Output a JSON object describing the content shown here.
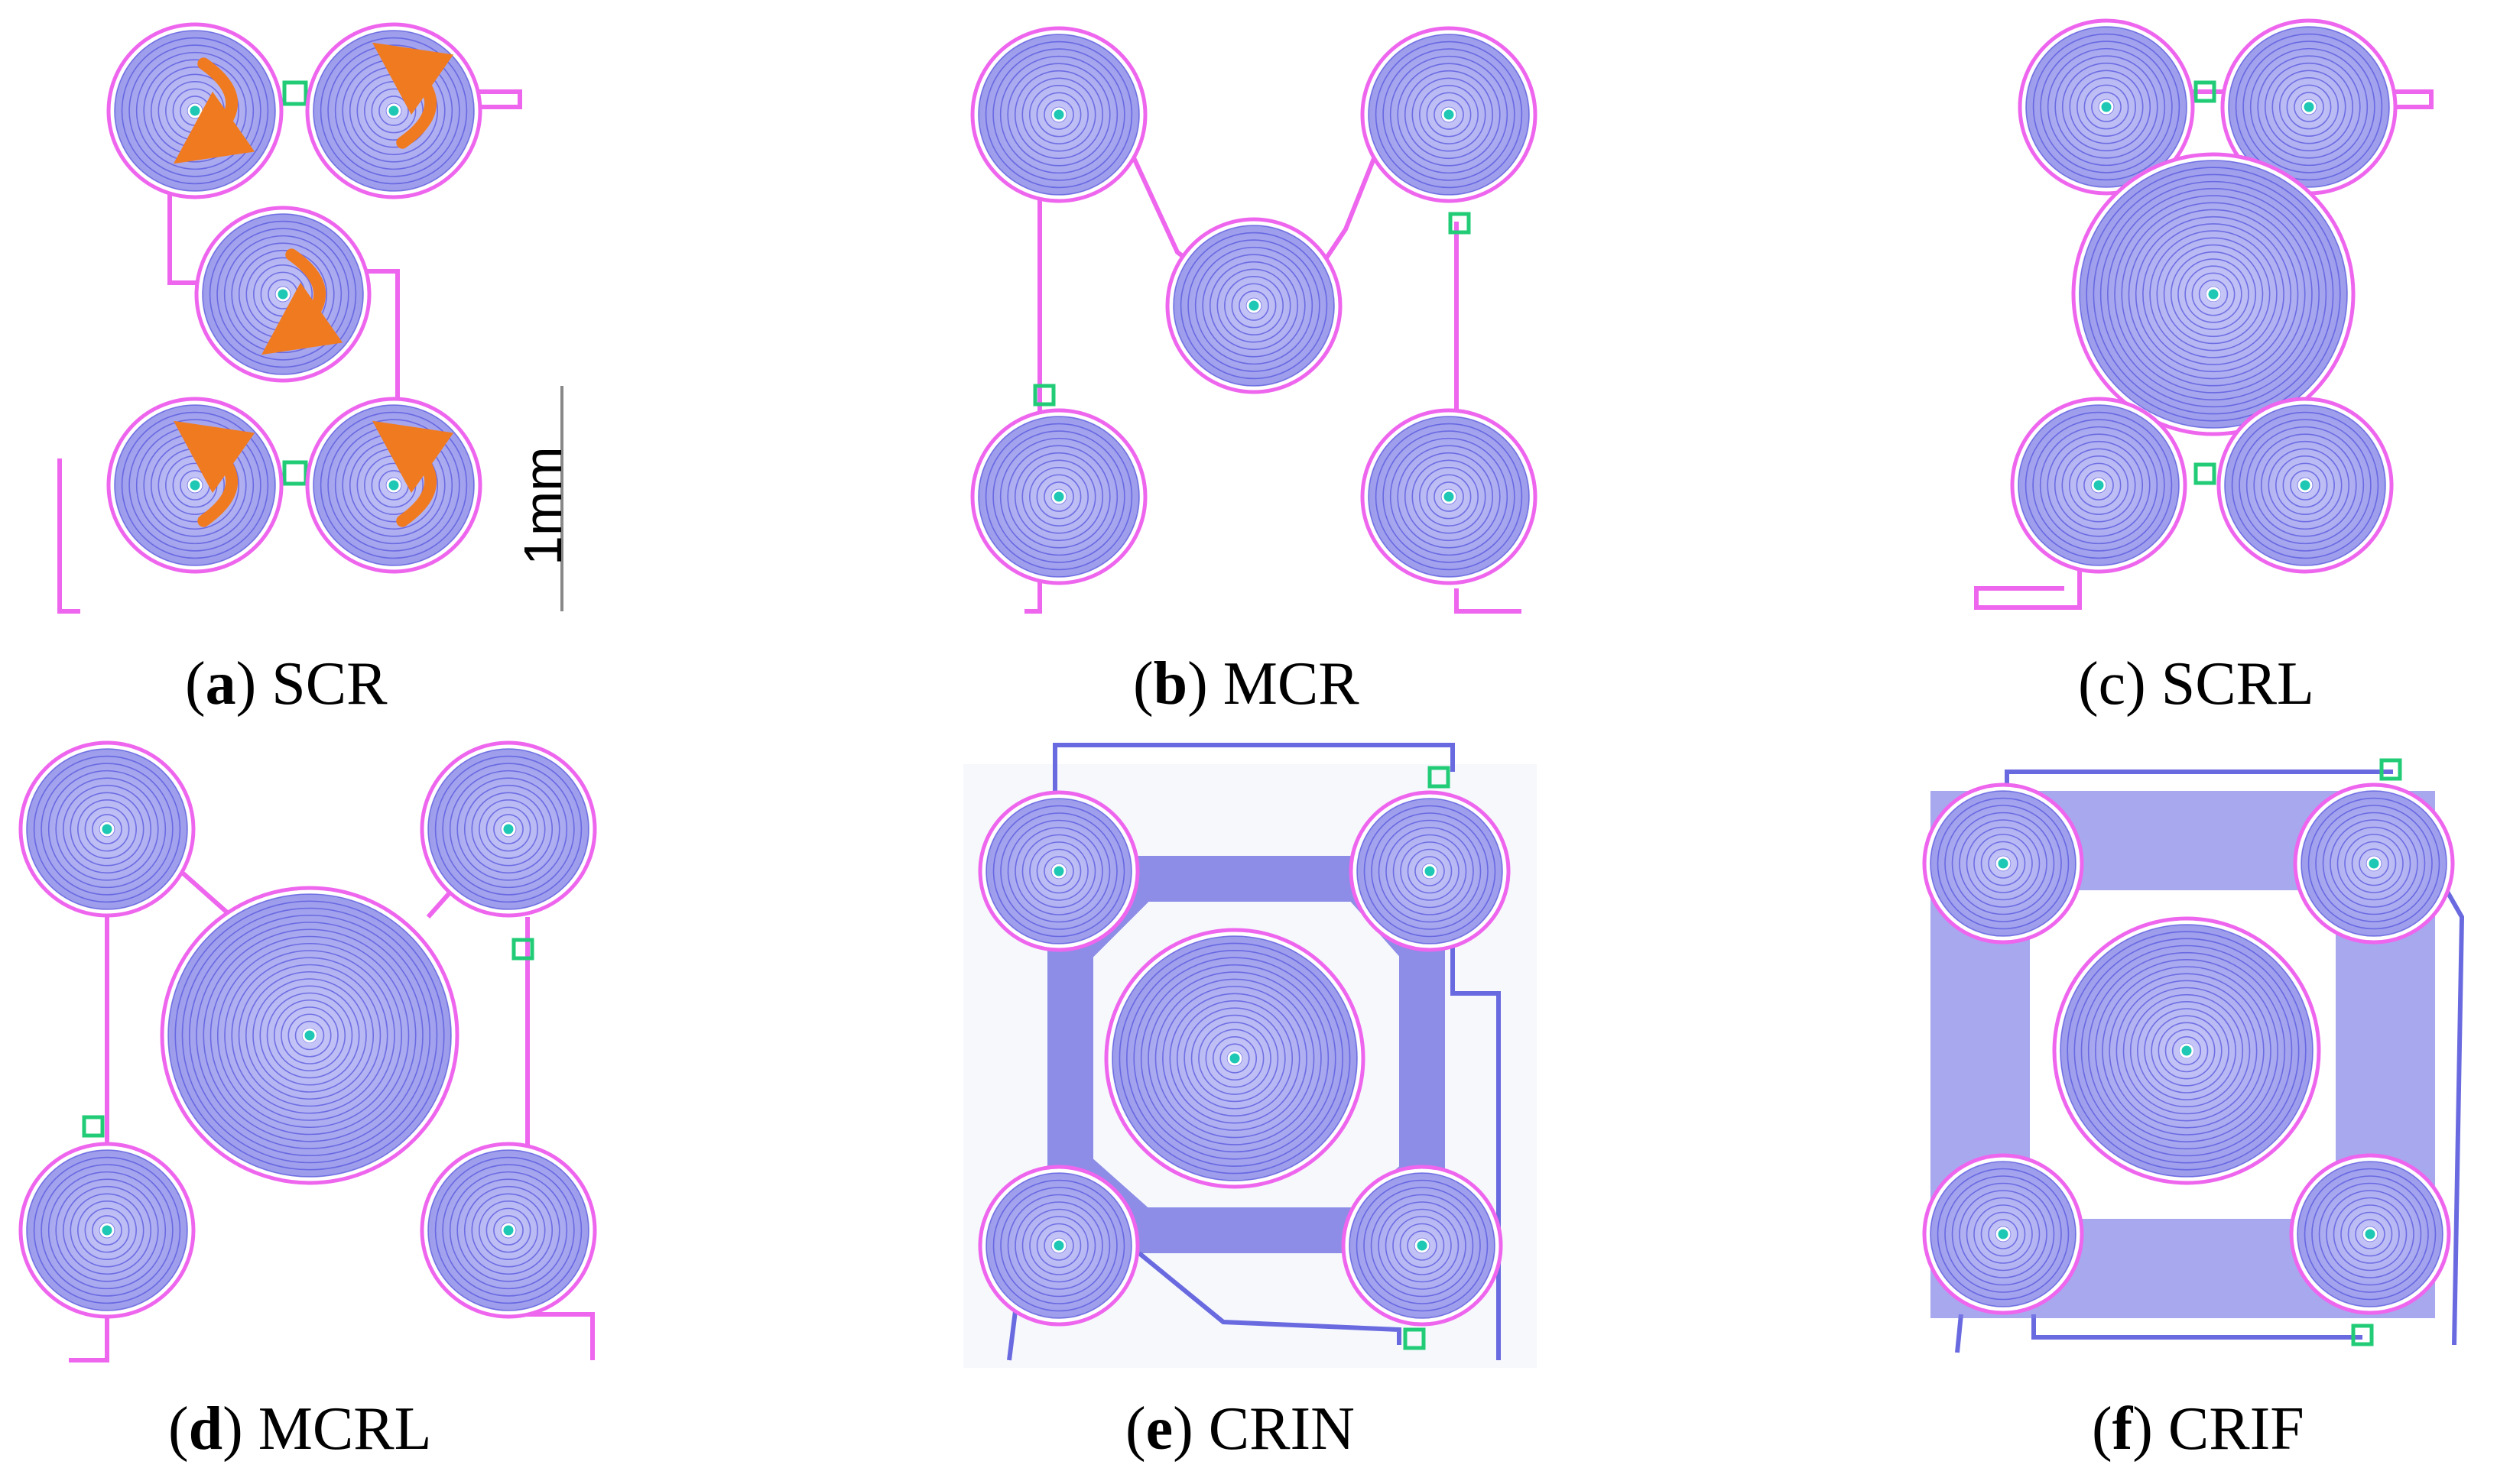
{
  "panels": [
    {
      "id": "a",
      "letter": "a",
      "bold": true,
      "name": "SCR"
    },
    {
      "id": "b",
      "letter": "b",
      "bold": true,
      "name": "MCR"
    },
    {
      "id": "c",
      "letter": "c",
      "bold": false,
      "name": "SCRL"
    },
    {
      "id": "d",
      "letter": "d",
      "bold": true,
      "name": "MCRL"
    },
    {
      "id": "e",
      "letter": "e",
      "bold": true,
      "name": "CRIN"
    },
    {
      "id": "f",
      "letter": "f",
      "bold": true,
      "name": "CRIF"
    }
  ],
  "scale_bar": {
    "label": "1mm"
  },
  "colors": {
    "coil_fill": "#a8a8f0",
    "coil_line": "#5555dd",
    "outline": "#ee66ee",
    "trace": "#6a6ae0",
    "pad": "#22cc77",
    "arrow": "#f07a20"
  }
}
